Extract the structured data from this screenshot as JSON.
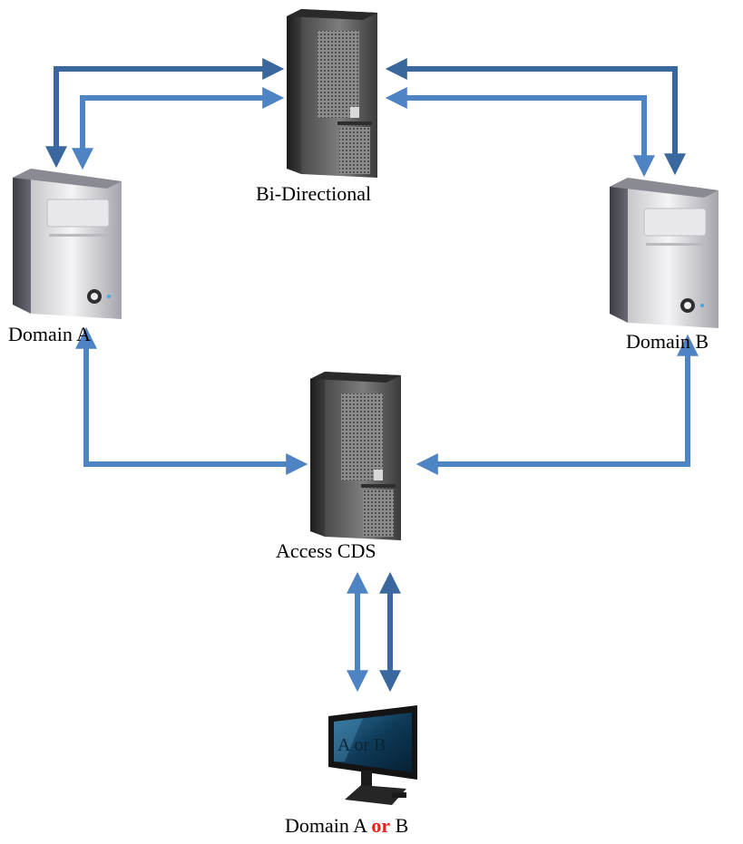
{
  "nodes": {
    "bi_directional": {
      "label": "Bi-Directional",
      "icon": "tower-server-icon"
    },
    "domain_a": {
      "label": "Domain A",
      "icon": "desktop-tower-icon"
    },
    "domain_b": {
      "label": "Domain B",
      "icon": "desktop-tower-icon"
    },
    "access_cds": {
      "label": "Access CDS",
      "icon": "tower-server-icon"
    },
    "workstation": {
      "label_prefix": "Domain A ",
      "label_or": "or",
      "label_suffix": " B",
      "screen_text": "A or B",
      "icon": "monitor-icon"
    }
  },
  "colors": {
    "arrow_dark": "#3a689e",
    "arrow_light": "#4f84c4",
    "or_highlight": "#e8231b"
  }
}
